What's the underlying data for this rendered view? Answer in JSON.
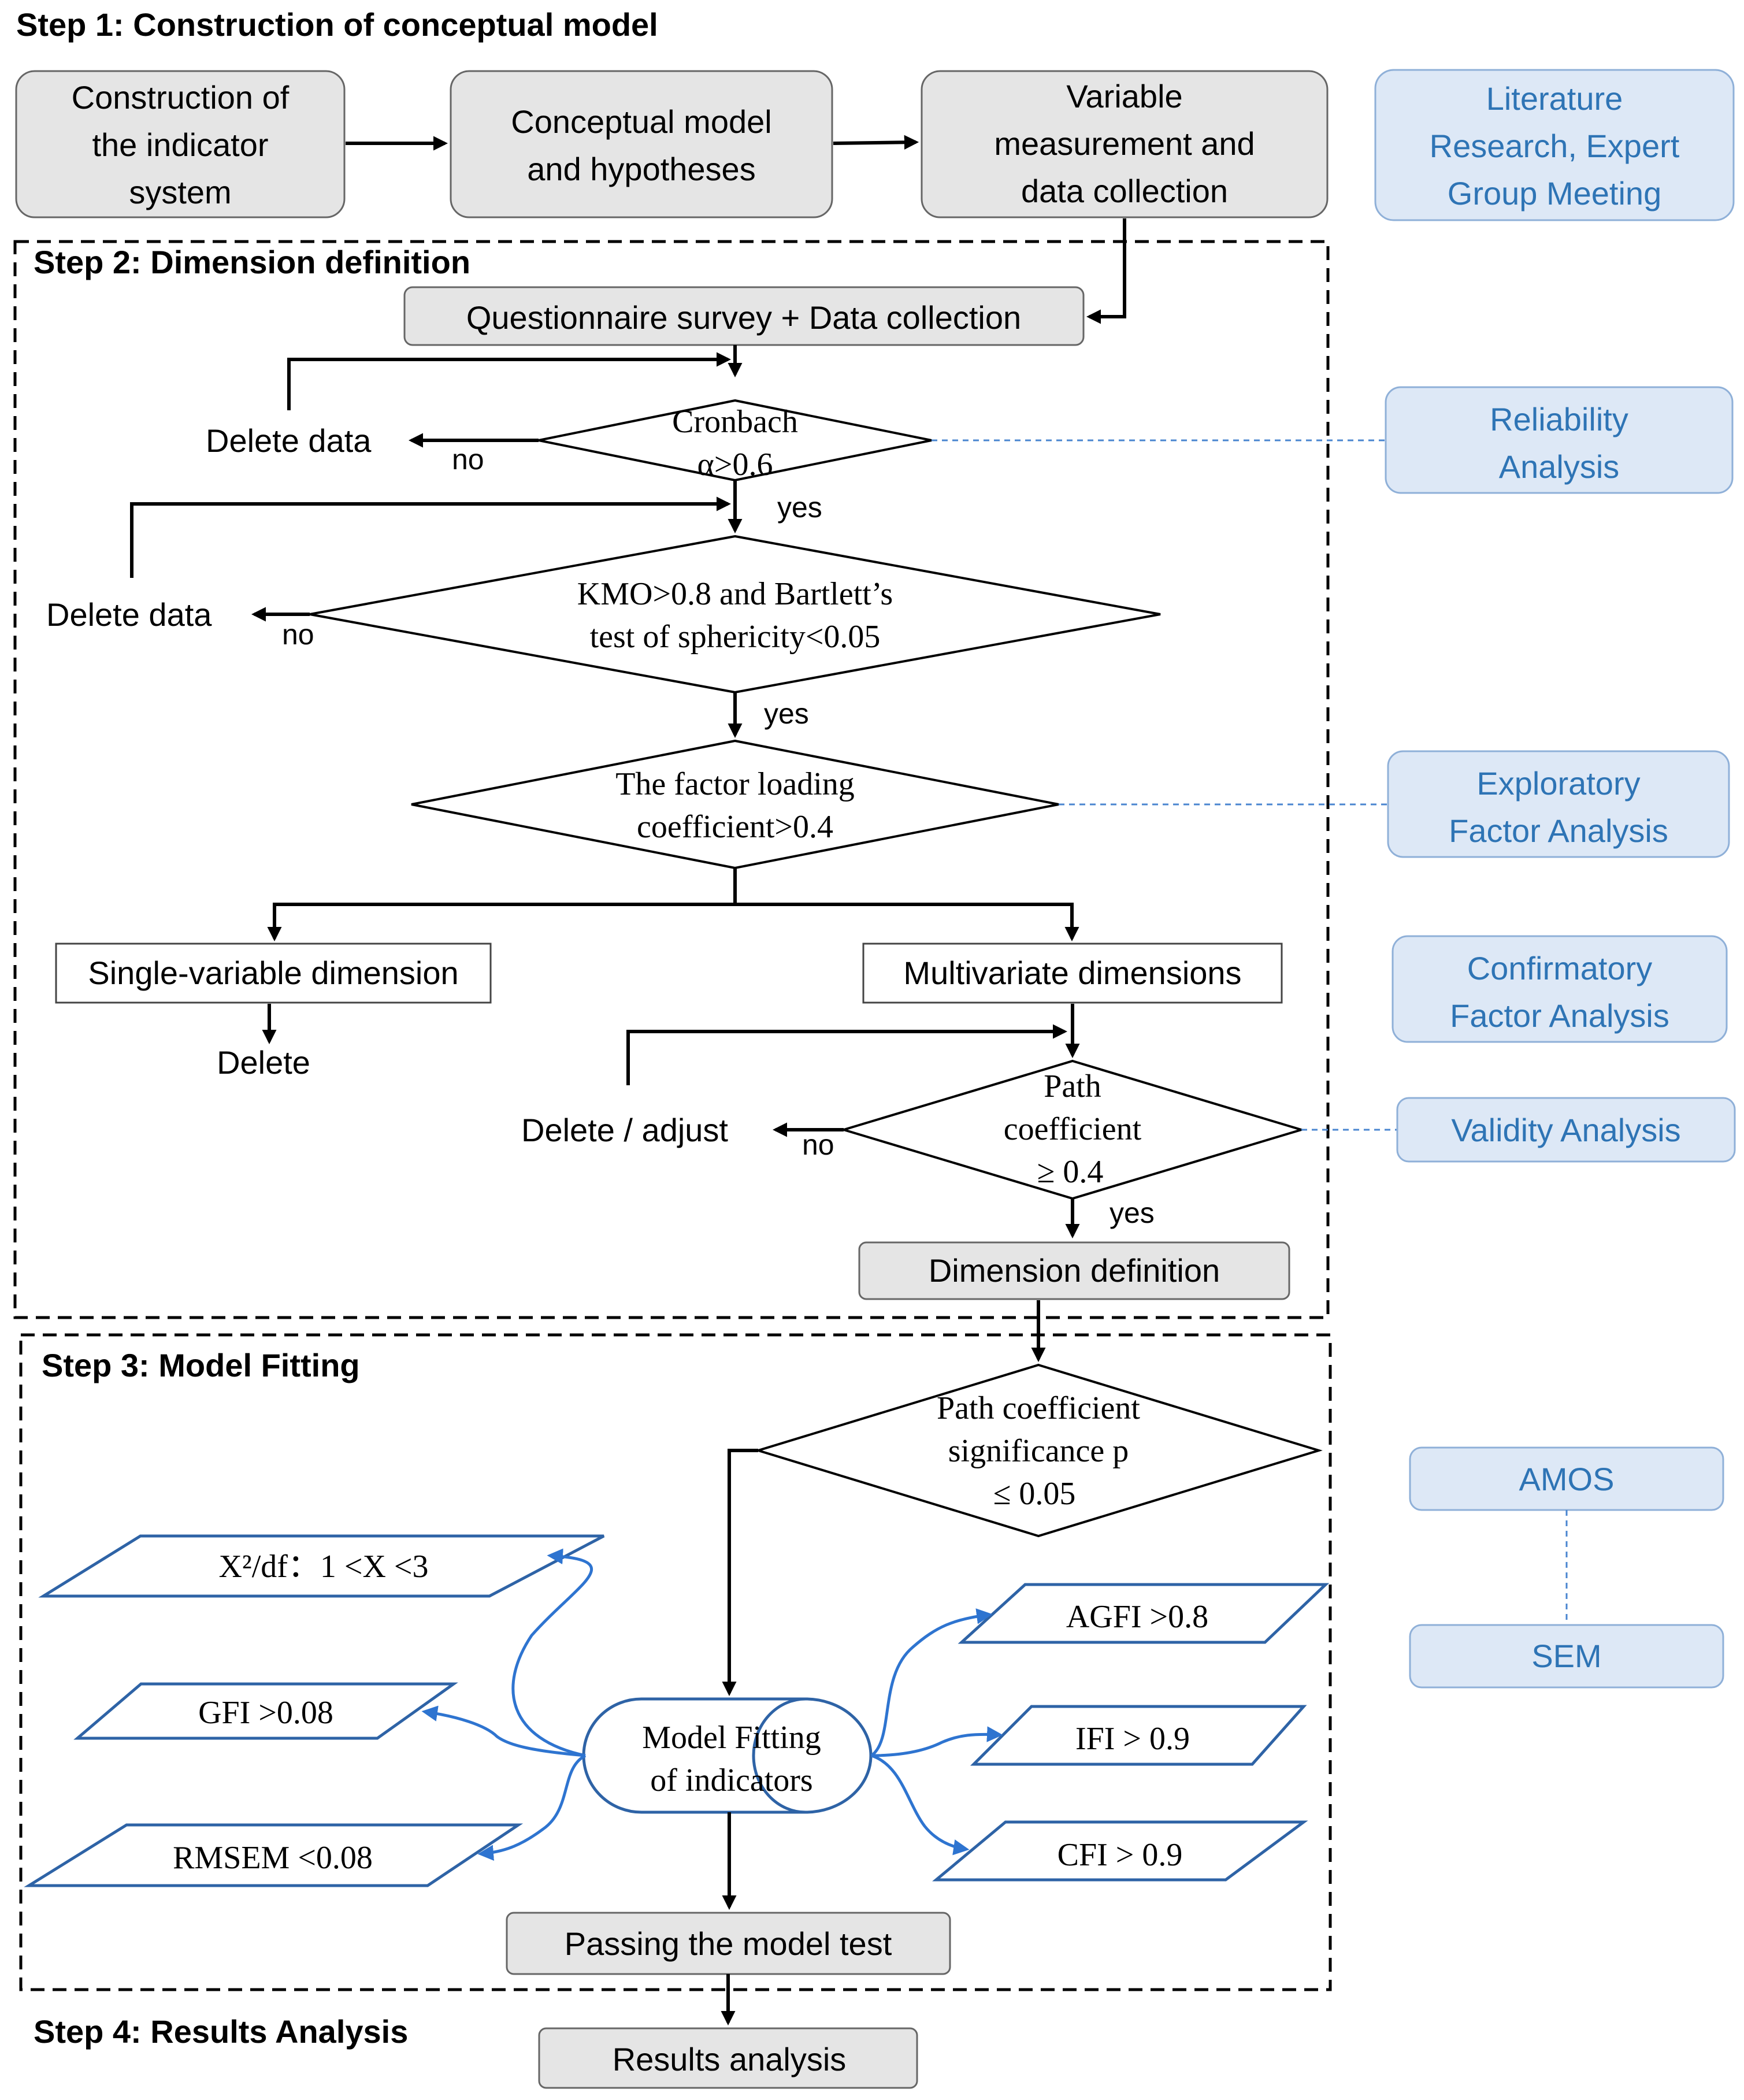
{
  "steps": {
    "step1": "Step 1: Construction of conceptual model",
    "step2": "Step 2: Dimension definition",
    "step3": "Step 3: Model Fitting",
    "step4": "Step 4: Results Analysis"
  },
  "step1_boxes": {
    "indicator_system": [
      "Construction of",
      "the indicator",
      "system"
    ],
    "conceptual_model": [
      "Conceptual model",
      "and hypotheses"
    ],
    "variable_measurement": [
      "Variable",
      "measurement and",
      "data collection"
    ]
  },
  "side_labels": {
    "literature": [
      "Literature",
      "Research, Expert",
      "Group Meeting"
    ],
    "reliability": [
      "Reliability",
      "Analysis"
    ],
    "exploratory": [
      "Exploratory",
      "Factor Analysis"
    ],
    "confirmatory": [
      "Confirmatory",
      "Factor Analysis"
    ],
    "validity": "Validity Analysis",
    "amos": "AMOS",
    "sem": "SEM"
  },
  "step2": {
    "questionnaire": "Questionnaire survey + Data collection",
    "cronbach": [
      "Cronbach",
      "α>0.6"
    ],
    "kmo": [
      "KMO>0.8 and Bartlett’s",
      "test of sphericity<0.05"
    ],
    "factor_loading": [
      "The factor loading",
      "coefficient>0.4"
    ],
    "single_variable": "Single-variable dimension",
    "multivariate": "Multivariate dimensions",
    "delete": "Delete",
    "delete_data_1": "Delete data",
    "delete_data_2": "Delete data",
    "delete_adjust": "Delete / adjust",
    "path_coef": [
      "Path",
      "coefficient",
      "≥ 0.4"
    ],
    "dimension_definition": "Dimension definition",
    "no": "no",
    "yes": "yes"
  },
  "step3": {
    "path_significance": [
      "Path coefficient",
      "significance p",
      "≤ 0.05"
    ],
    "model_fitting": [
      "Model Fitting",
      "of indicators"
    ],
    "chi_df": "X²/df：1 <X <3",
    "gfi": "GFI >0.08",
    "rmsem": "RMSEM <0.08",
    "agfi": "AGFI >0.8",
    "ifi": "IFI > 0.9",
    "cfi": "CFI > 0.9",
    "passing": "Passing the model test"
  },
  "step4": {
    "results": "Results analysis"
  }
}
